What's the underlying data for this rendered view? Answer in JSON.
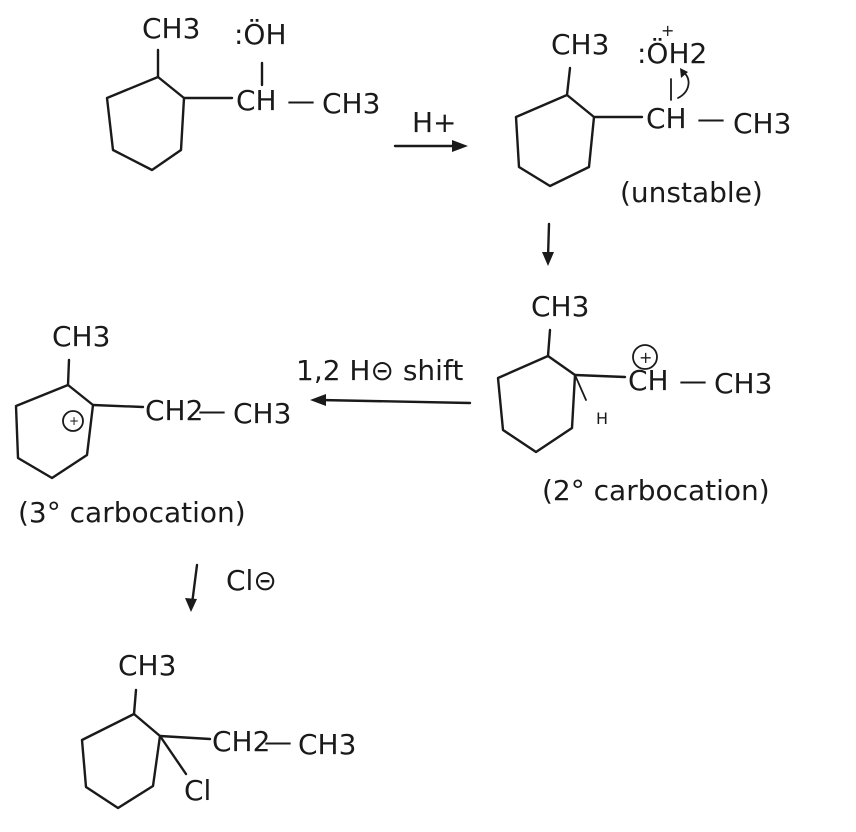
{
  "step1": {
    "ch3_top": "CH3",
    "oh": ":ÖH",
    "ch": "CH",
    "dash": "—",
    "ch3_side": "CH3"
  },
  "reagent1": {
    "label": "H+"
  },
  "step2": {
    "ch3_top": "CH3",
    "oh2": ":ÖH2",
    "plus": "+",
    "ch": "CH",
    "dash": "—",
    "ch3_side": "CH3",
    "note": "(unstable)"
  },
  "step3": {
    "ch3_top": "CH3",
    "charge": "+",
    "ch": "CH",
    "dash": "—",
    "ch3_side": "CH3",
    "h": "H",
    "note": "(2° carbocation)"
  },
  "shift": {
    "label": "1,2 H⊝ shift"
  },
  "step4": {
    "ch3_top": "CH3",
    "charge": "+",
    "ch2": "CH2",
    "dash": "—",
    "ch3_side": "CH3",
    "note": "(3° carbocation)"
  },
  "reagent2": {
    "label": "Cl⊝"
  },
  "step5": {
    "ch3_top": "CH3",
    "ch2": "CH2",
    "dash": "—",
    "ch3_side": "CH3",
    "cl": "Cl"
  }
}
